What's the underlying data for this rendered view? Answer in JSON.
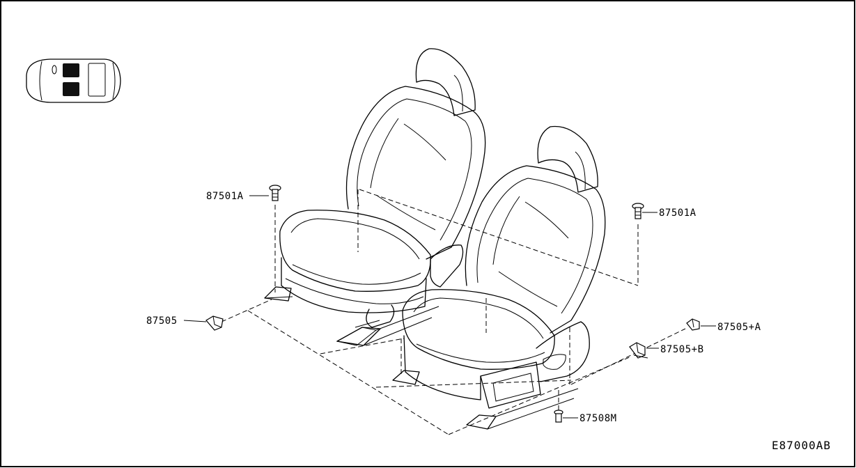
{
  "callouts": {
    "bolt_left": "87501A",
    "bolt_right": "87501A",
    "clip_left": "87505",
    "clip_right_a": "87505+A",
    "clip_right_b": "87505+B",
    "screw_bottom": "87508M"
  },
  "figure_code": "E87000AB",
  "locator_icon": "car-seat-location-icon"
}
